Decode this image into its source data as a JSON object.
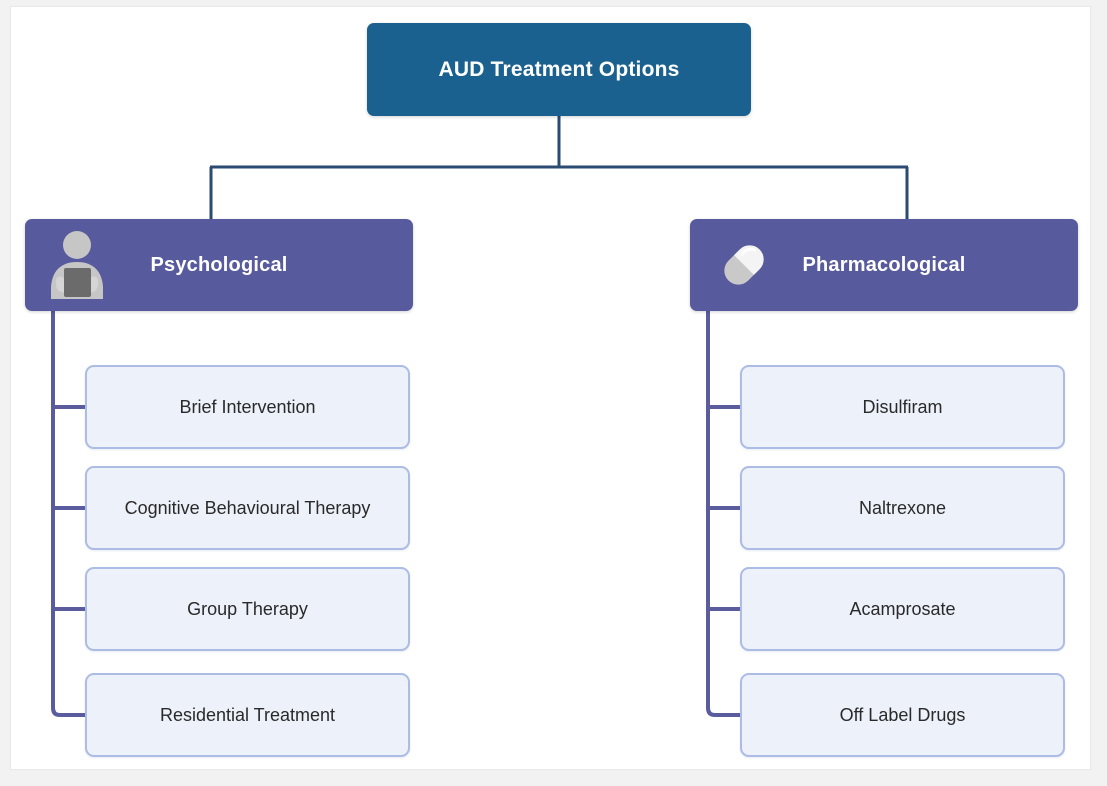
{
  "diagram": {
    "type": "hierarchy-tree",
    "title": "AUD Treatment Options",
    "root": {
      "label": "AUD Treatment Options",
      "color": "#1b6190",
      "text_color": "#ffffff"
    },
    "branches": [
      {
        "label": "Psychological",
        "icon": "person-with-clipboard-icon",
        "color": "#585a9e",
        "text_color": "#ffffff",
        "children": [
          {
            "label": "Brief Intervention"
          },
          {
            "label": "Cognitive Behavioural Therapy"
          },
          {
            "label": "Group Therapy"
          },
          {
            "label": "Residential Treatment"
          }
        ]
      },
      {
        "label": "Pharmacological",
        "icon": "capsule-pill-icon",
        "color": "#585a9e",
        "text_color": "#ffffff",
        "children": [
          {
            "label": "Disulfiram"
          },
          {
            "label": "Naltrexone"
          },
          {
            "label": "Acamprosate"
          },
          {
            "label": "Off Label Drugs"
          }
        ]
      }
    ],
    "leaf_style": {
      "fill": "#edf1fa",
      "border": "#adbce4",
      "text_color": "#2a2a2a"
    },
    "connector_color_root": "#2b4b73",
    "connector_color_branch": "#5a5c9e",
    "canvas_background": "#ffffff",
    "page_background": "#f2f2f2"
  }
}
